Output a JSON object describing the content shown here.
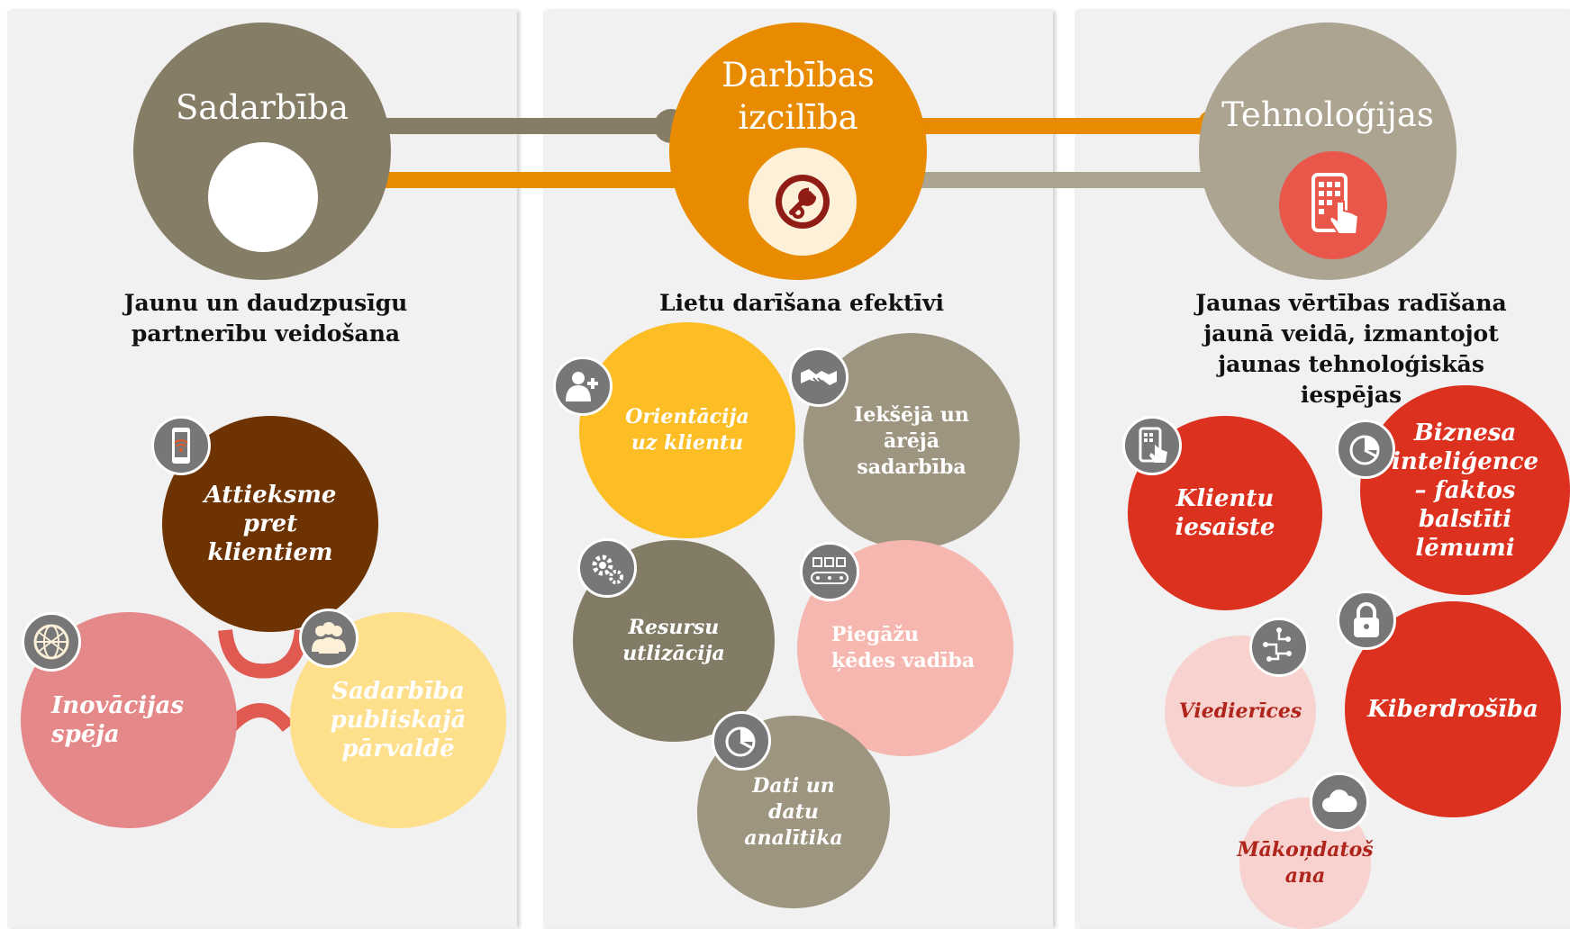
{
  "columns": [
    {
      "id": "sadarbiba",
      "header": "Sadarbība",
      "subtitle": "Jaunu un daudzpusīgu\npartnerību veidošana",
      "items": [
        {
          "label": "Attieksme\npret\nklientiem",
          "icon": "mobile-signal-icon"
        },
        {
          "label": "Inovācijas\nspēja",
          "icon": "globe-network-icon"
        },
        {
          "label": "Sadarbība\npubliskajā\npārvaldē",
          "icon": "people-group-icon"
        }
      ]
    },
    {
      "id": "darbibas",
      "header": "Darbības\nizcilība",
      "subtitle": "Lietu darīšana efektīvi",
      "items": [
        {
          "label": "Orientācija\nuz klientu",
          "icon": "add-user-icon"
        },
        {
          "label": "Iekšējā un\nārējā\nsadarbība",
          "icon": "handshake-icon"
        },
        {
          "label": "Resursu\nutlizācija",
          "icon": "gears-icon"
        },
        {
          "label": "Piegāžu\nķēdes vadība",
          "icon": "conveyor-icon"
        },
        {
          "label": "Dati un\ndatu\nanalītika",
          "icon": "pie-chart-icon"
        }
      ]
    },
    {
      "id": "tehnologijas",
      "header": "Tehnoloģijas",
      "subtitle": "Jaunas vērtības radīšana\njaunā veidā, izmantojot\njaunas tehnoloģiskās\niespējas",
      "items": [
        {
          "label": "Klientu\niesaiste",
          "icon": "touch-screen-icon"
        },
        {
          "label": "Biznesa\ninteliģence\n– faktos\nbalstīti\nlēmumi",
          "icon": "pie-chart-icon"
        },
        {
          "label": "Viedierīces",
          "icon": "circuit-icon"
        },
        {
          "label": "Kiberdrošība",
          "icon": "padlock-icon"
        },
        {
          "label": "Mākoņdatoš\nana",
          "icon": "cloud-icon"
        }
      ]
    }
  ],
  "colors": {
    "taupe": "#857d66",
    "orange": "#e88b00",
    "light_taupe": "#aca391",
    "brown": "#6d3302",
    "pink": "#e5888a",
    "pale_yellow": "#fddf8c",
    "yellow": "#fdbe25",
    "gray_taupe": "#9d9580",
    "dark_taupe": "#827c67",
    "light_pink": "#f5b7b0",
    "red": "#dd3120",
    "pale_pink": "#f7d2cf"
  }
}
